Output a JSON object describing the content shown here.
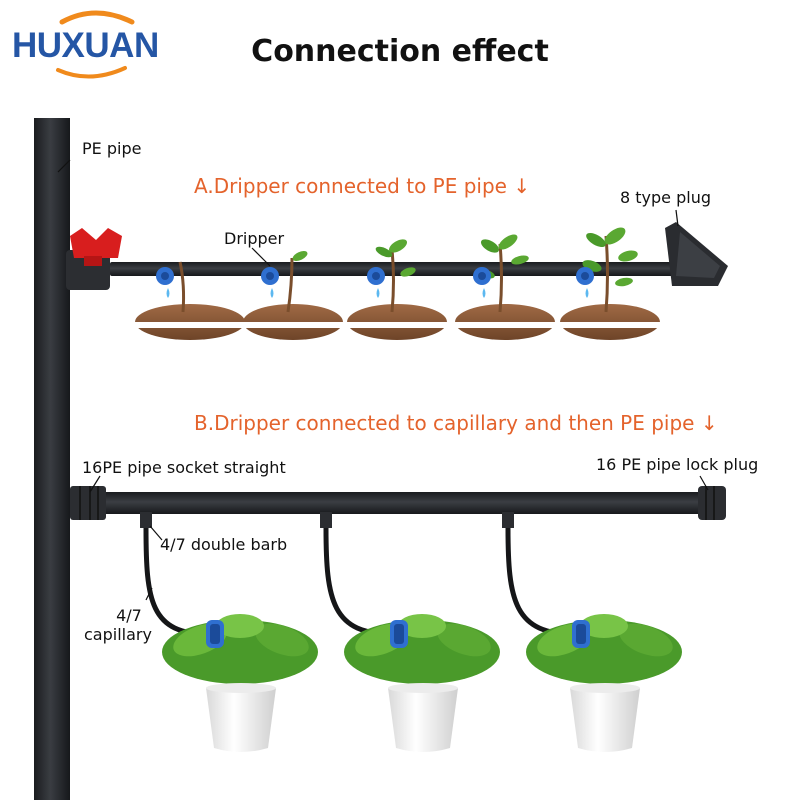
{
  "logo": {
    "text": "HUXUAN"
  },
  "title": "Connection effect",
  "labels": {
    "pe_pipe": "PE pipe",
    "section_a": "A.Dripper connected to PE pipe ↓",
    "type8_plug": "8 type plug",
    "dripper": "Dripper",
    "section_b": "B.Dripper connected to capillary and then PE pipe ↓",
    "socket_straight": "16PE pipe socket straight",
    "lock_plug": "16 PE pipe lock plug",
    "double_barb": "4/7 double barb",
    "capillary_line1": "4/7",
    "capillary_line2": "capillary"
  },
  "colors": {
    "pipe": "#26282c",
    "accent": "#e4632c",
    "brand_blue": "#2556a5",
    "brand_orange": "#f08a1c",
    "valve_red": "#d81e1e",
    "dripper_blue": "#2f6fd0",
    "water": "#5cb8f0",
    "soil": "#8a5a3a",
    "leaf": "#4a9a2a"
  }
}
